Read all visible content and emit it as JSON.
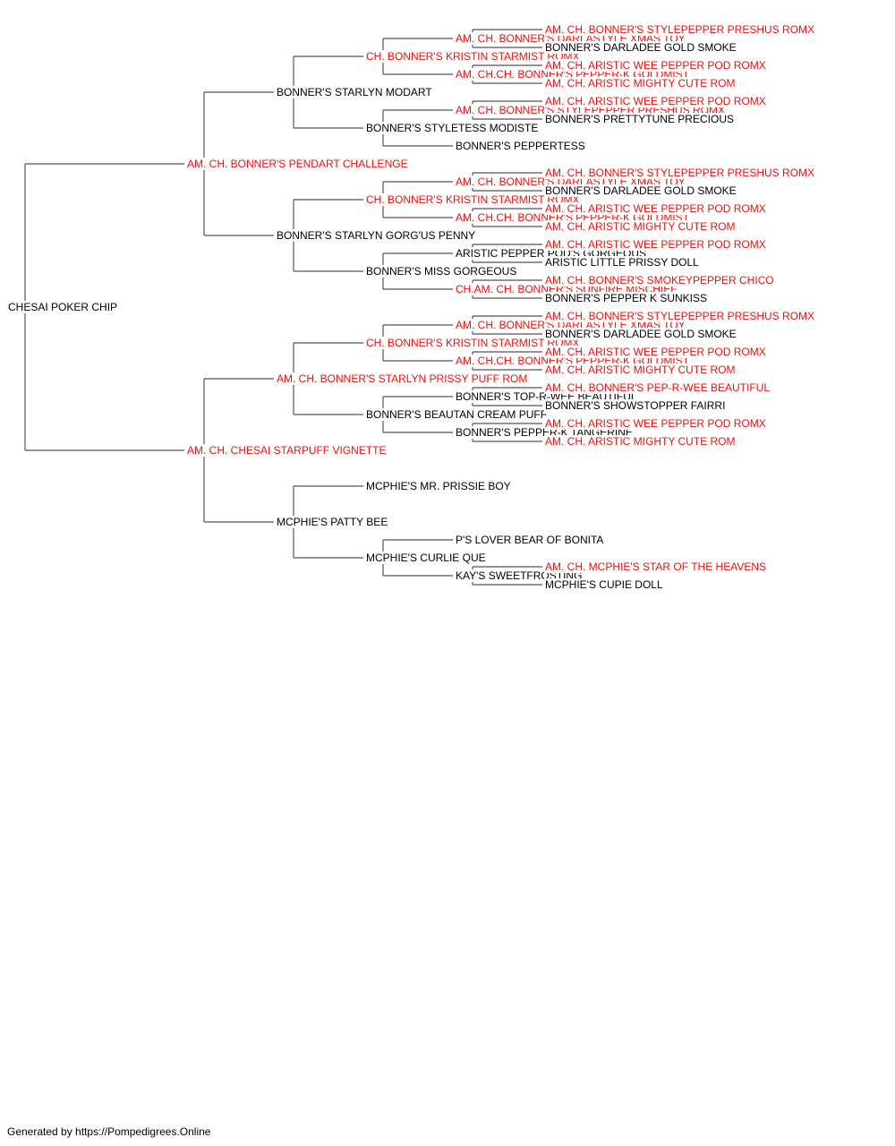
{
  "colors": {
    "normal": "#000000",
    "champion": "#ee1111",
    "line": "#555555"
  },
  "pedigree": {
    "name": "CHESAI POKER CHIP",
    "champion": false,
    "sire": {
      "name": "AM. CH. BONNER'S PENDART CHALLENGE",
      "champion": true,
      "sire": {
        "name": "BONNER'S STARLYN MODART",
        "champion": false,
        "sire": {
          "name": "CH. BONNER'S KRISTIN STARMIST ROMX",
          "champion": true,
          "sire": {
            "name": "AM. CH. BONNER'S DARLASTYLE XMAS TOY",
            "champion": true,
            "sire": {
              "name": "AM. CH. BONNER'S STYLEPEPPER PRESHUS ROMX",
              "champion": true
            },
            "dam": {
              "name": "BONNER'S DARLADEE GOLD SMOKE",
              "champion": false
            }
          },
          "dam": {
            "name": "AM. CH.CH. BONNER'S PEPPER-K GOLDMIST",
            "champion": true,
            "sire": {
              "name": "AM. CH. ARISTIC WEE PEPPER POD ROMX",
              "champion": true
            },
            "dam": {
              "name": "AM. CH. ARISTIC MIGHTY CUTE ROM",
              "champion": true
            }
          }
        },
        "dam": {
          "name": "BONNER'S STYLETESS MODISTE",
          "champion": false,
          "sire": {
            "name": "AM. CH. BONNER'S STYLEPEPPER PRESHUS ROMX",
            "champion": true,
            "sire": {
              "name": "AM. CH. ARISTIC WEE PEPPER POD ROMX",
              "champion": true
            },
            "dam": {
              "name": "BONNER'S PRETTYTUNE PRECIOUS",
              "champion": false
            }
          },
          "dam": {
            "name": "BONNER'S PEPPERTESS",
            "champion": false
          }
        }
      },
      "dam": {
        "name": "BONNER'S STARLYN GORG'US PENNY",
        "champion": false,
        "sire": {
          "name": "CH. BONNER'S KRISTIN STARMIST ROMX",
          "champion": true,
          "sire": {
            "name": "AM. CH. BONNER'S DARLASTYLE XMAS TOY",
            "champion": true,
            "sire": {
              "name": "AM. CH. BONNER'S STYLEPEPPER PRESHUS ROMX",
              "champion": true
            },
            "dam": {
              "name": "BONNER'S DARLADEE GOLD SMOKE",
              "champion": false
            }
          },
          "dam": {
            "name": "AM. CH.CH. BONNER'S PEPPER-K GOLDMIST",
            "champion": true,
            "sire": {
              "name": "AM. CH. ARISTIC WEE PEPPER POD ROMX",
              "champion": true
            },
            "dam": {
              "name": "AM. CH. ARISTIC MIGHTY CUTE ROM",
              "champion": true
            }
          }
        },
        "dam": {
          "name": "BONNER'S MISS GORGEOUS",
          "champion": false,
          "sire": {
            "name": "ARISTIC PEPPER POD'S GORGEOUS",
            "champion": false,
            "sire": {
              "name": "AM. CH. ARISTIC WEE PEPPER POD ROMX",
              "champion": true
            },
            "dam": {
              "name": "ARISTIC LITTLE PRISSY DOLL",
              "champion": false
            }
          },
          "dam": {
            "name": "CH.AM. CH. BONNER'S SUNFIRE MISCHIEF",
            "champion": true,
            "sire": {
              "name": "AM. CH. BONNER'S SMOKEYPEPPER CHICO",
              "champion": true
            },
            "dam": {
              "name": "BONNER'S PEPPER K SUNKISS",
              "champion": false
            }
          }
        }
      }
    },
    "dam": {
      "name": "AM. CH. CHESAI STARPUFF VIGNETTE",
      "champion": true,
      "sire": {
        "name": "AM. CH. BONNER'S STARLYN PRISSY PUFF ROM",
        "champion": true,
        "sire": {
          "name": "CH. BONNER'S KRISTIN STARMIST ROMX",
          "champion": true,
          "sire": {
            "name": "AM. CH. BONNER'S DARLASTYLE XMAS TOY",
            "champion": true,
            "sire": {
              "name": "AM. CH. BONNER'S STYLEPEPPER PRESHUS ROMX",
              "champion": true
            },
            "dam": {
              "name": "BONNER'S DARLADEE GOLD SMOKE",
              "champion": false
            }
          },
          "dam": {
            "name": "AM. CH.CH. BONNER'S PEPPER-K GOLDMIST",
            "champion": true,
            "sire": {
              "name": "AM. CH. ARISTIC WEE PEPPER POD ROMX",
              "champion": true
            },
            "dam": {
              "name": "AM. CH. ARISTIC MIGHTY CUTE ROM",
              "champion": true
            }
          }
        },
        "dam": {
          "name": "BONNER'S BEAUTAN CREAM PUFF",
          "champion": false,
          "sire": {
            "name": "BONNER'S TOP-R-WEE BEAUTIFUL",
            "champion": false,
            "sire": {
              "name": "AM. CH. BONNER'S PEP-R-WEE BEAUTIFUL",
              "champion": true
            },
            "dam": {
              "name": "BONNER'S SHOWSTOPPER FAIRRI",
              "champion": false
            }
          },
          "dam": {
            "name": "BONNER'S PEPPER-K TANGERINE",
            "champion": false,
            "sire": {
              "name": "AM. CH. ARISTIC WEE PEPPER POD ROMX",
              "champion": true
            },
            "dam": {
              "name": "AM. CH. ARISTIC MIGHTY CUTE ROM",
              "champion": true
            }
          }
        }
      },
      "dam": {
        "name": "MCPHIE'S PATTY BEE",
        "champion": false,
        "sire": {
          "name": "MCPHIE'S MR. PRISSIE BOY",
          "champion": false
        },
        "dam": {
          "name": "MCPHIE'S CURLIE QUE",
          "champion": false,
          "sire": {
            "name": "P'S LOVER BEAR OF BONITA",
            "champion": false
          },
          "dam": {
            "name": "KAY'S SWEETFROSTING",
            "champion": false,
            "sire": {
              "name": "AM. CH. MCPHIE'S STAR OF THE HEAVENS",
              "champion": true
            },
            "dam": {
              "name": "MCPHIE'S CUPIE DOLL",
              "champion": false
            }
          }
        }
      }
    }
  },
  "footer": {
    "text": "Generated by https://Pompedigrees.Online"
  }
}
